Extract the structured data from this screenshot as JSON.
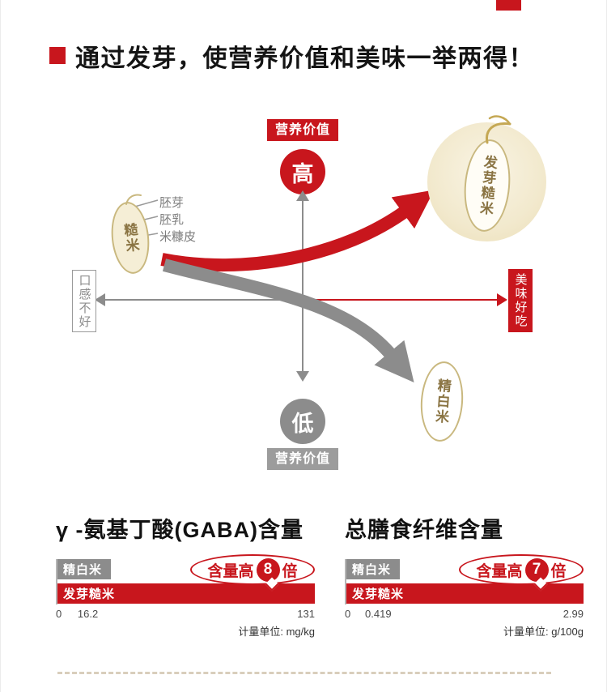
{
  "page": {
    "title": "通过发芽，使营养价值和美味一举两得！"
  },
  "diagram": {
    "top_axis_label": "营养价值",
    "high_label": "高",
    "low_label": "低",
    "bottom_axis_label": "营养价值",
    "left_axis_label": "口感不好",
    "right_axis_label": "美味好吃",
    "brown_rice_label": "糙米",
    "brown_rice_parts": [
      "胚芽",
      "胚乳",
      "米糠皮"
    ],
    "germinated_rice_label": "发芽糙米",
    "white_rice_label": "精白米"
  },
  "chart_data": [
    {
      "type": "bar",
      "title": "γ -氨基丁酸(GABA)含量",
      "categories": [
        "精白米",
        "发芽糙米"
      ],
      "values": [
        16.2,
        131
      ],
      "xlim": [
        0,
        131
      ],
      "ticks": [
        "0",
        "16.2",
        "131"
      ],
      "callout": {
        "prefix": "含量高",
        "times": "8",
        "suffix": "倍"
      },
      "unit": "计量单位: mg/kg",
      "orientation": "horizontal",
      "grid": false,
      "legend": false
    },
    {
      "type": "bar",
      "title": "总膳食纤维含量",
      "categories": [
        "精白米",
        "发芽糙米"
      ],
      "values": [
        0.419,
        2.99
      ],
      "xlim": [
        0,
        2.99
      ],
      "ticks": [
        "0",
        "0.419",
        "2.99"
      ],
      "callout": {
        "prefix": "含量高",
        "times": "7",
        "suffix": "倍"
      },
      "unit": "计量单位: g/100g",
      "orientation": "horizontal",
      "grid": false,
      "legend": false
    }
  ],
  "colors": {
    "accent_red": "#c8161d",
    "gray": "#8c8c8c",
    "cream": "#f5eed6",
    "tan_border": "#c9b87f",
    "brown_text": "#8a7443"
  }
}
